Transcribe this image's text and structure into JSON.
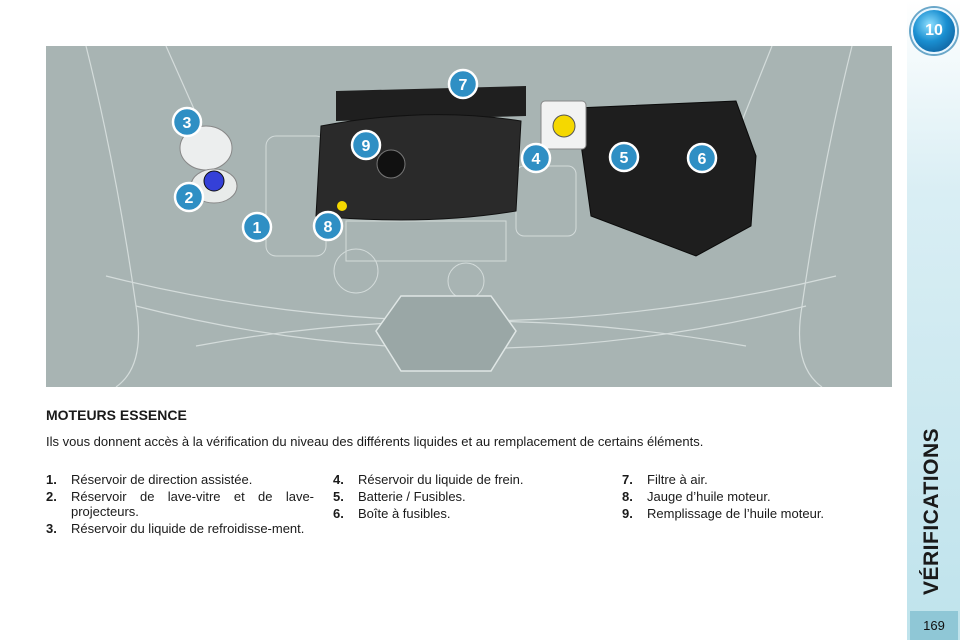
{
  "sidebar": {
    "chapter_number": "10",
    "title": "VÉRIFICATIONS",
    "page_number": "169"
  },
  "figure": {
    "callouts": [
      "1",
      "2",
      "3",
      "4",
      "5",
      "6",
      "7",
      "8",
      "9"
    ]
  },
  "section": {
    "heading": "MOTEURS ESSENCE",
    "intro": "Ils vous donnent accès à la vérification du niveau des différents liquides et au remplacement de certains éléments."
  },
  "legend": {
    "col1": [
      {
        "num": "1.",
        "text": "Réservoir de direction assistée."
      },
      {
        "num": "2.",
        "text": "Réservoir de lave-vitre et de lave-projecteurs."
      },
      {
        "num": "3.",
        "text": "Réservoir du liquide de refroidisse-ment."
      }
    ],
    "col2": [
      {
        "num": "4.",
        "text": "Réservoir du liquide de frein."
      },
      {
        "num": "5.",
        "text": "Batterie / Fusibles."
      },
      {
        "num": "6.",
        "text": "Boîte à fusibles."
      }
    ],
    "col3": [
      {
        "num": "7.",
        "text": "Filtre à air."
      },
      {
        "num": "8.",
        "text": "Jauge d’huile moteur."
      },
      {
        "num": "9.",
        "text": "Remplissage de l’huile moteur."
      }
    ]
  },
  "colors": {
    "figure_bg": "#a8b4b3",
    "sidebar_accent": "#8fc7d6",
    "callout_blue": "#2f8fc4"
  }
}
